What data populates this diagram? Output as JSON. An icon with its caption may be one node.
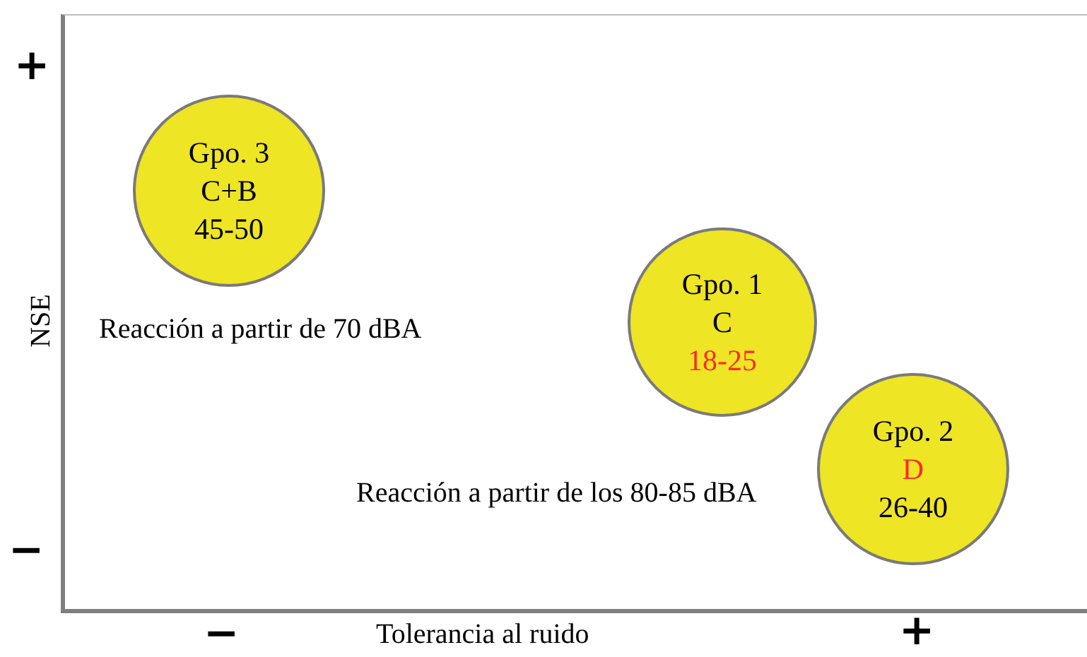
{
  "diagram": {
    "nodes": [
      {
        "text": [
          "Gpo. 3",
          "C+B",
          "45-50"
        ]
      },
      {
        "text": [
          "Gpo. 1",
          "C",
          "18-25"
        ]
      },
      {
        "text": [
          "Gpo. 2",
          "D",
          "26-40"
        ]
      }
    ],
    "labels": [
      "+",
      "NSE",
      "Reacción a partir de 70 dBA",
      "Reacción a partir de los 80-85 dBA",
      "−",
      "−",
      "Tolerancia al ruido",
      "+"
    ]
  }
}
